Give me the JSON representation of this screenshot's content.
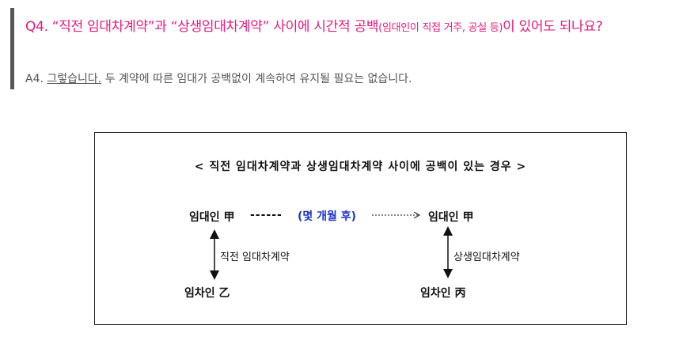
{
  "qa": {
    "question": {
      "prefix": "Q4. “직전 임대차계약”과 “상생임대차계약” 사이에 시간적 공백",
      "paren": "(임대인이 직접 거주, 공실 등)",
      "suffix": "이 있어도 되나요?"
    },
    "answer": {
      "prefix": "A4. ",
      "underlined": "그렇습니다.",
      "rest": " 두 계약에 따른 임대가 공백없이 계속하여 유지될 필요는 없습니다."
    }
  },
  "diagram": {
    "title": "< 직전 임대차계약과 상생임대차계약 사이에 공백이 있는 경우 >",
    "landlord_left": "임대인 甲",
    "dashes": "------",
    "gap_label": "(몇 개월 후)",
    "landlord_right": "임대인 甲",
    "contract_left": "직전 임대차계약",
    "contract_right": "상생임대차계약",
    "tenant_left": "임차인 乙",
    "tenant_right": "임차인 丙"
  },
  "colors": {
    "question_pink": "#e8197d",
    "gap_label_blue": "#1f34c9",
    "answer_gray": "#555555"
  }
}
